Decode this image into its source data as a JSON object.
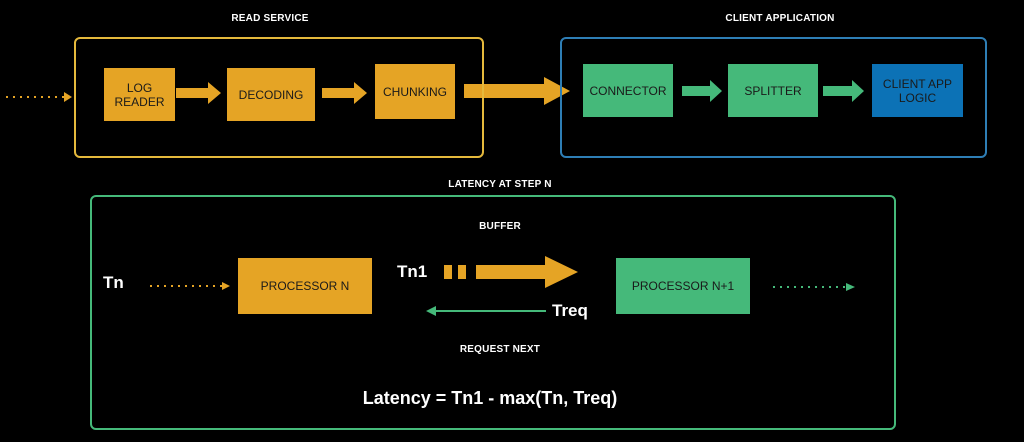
{
  "read_service": {
    "title": "READ SERVICE",
    "nodes": [
      "LOG\nREADER",
      "DECODING",
      "CHUNKING"
    ]
  },
  "client_application": {
    "title": "CLIENT APPLICATION",
    "nodes": [
      "CONNECTOR",
      "SPLITTER",
      "CLIENT APP\nLOGIC"
    ]
  },
  "latency": {
    "title": "LATENCY AT STEP N",
    "buffer_label": "BUFFER",
    "request_label": "REQUEST NEXT",
    "tn_label": "Tn",
    "tn1_label": "Tn1",
    "treq_label": "Treq",
    "processor_n": "PROCESSOR N",
    "processor_n1": "PROCESSOR N+1",
    "formula": "Latency = Tn1 - max(Tn, Treq)"
  },
  "colors": {
    "orange": "#e5a425",
    "green": "#45b97a",
    "blue": "#0c72b6",
    "read_frame": "#e5b93c",
    "client_frame": "#2e7eb5",
    "latency_frame": "#45b97a"
  }
}
